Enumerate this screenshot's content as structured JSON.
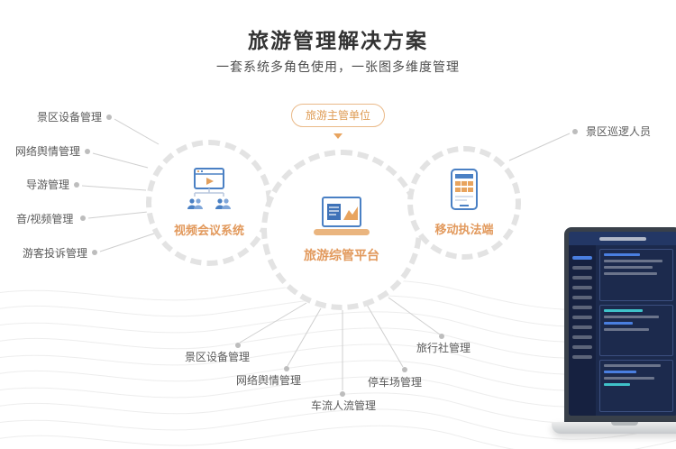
{
  "header": {
    "title": "旅游管理解决方案",
    "subtitle": "一套系统多角色使用，一张图多维度管理"
  },
  "hub": {
    "badge": "旅游主管单位"
  },
  "nodes": {
    "video_conference": {
      "label": "视频会议系统",
      "icon": "video-conference-icon"
    },
    "platform": {
      "label": "旅游综管平台",
      "icon": "laptop-dashboard-icon"
    },
    "mobile": {
      "label": "移动执法端",
      "icon": "mobile-enforcement-icon"
    }
  },
  "left_labels": [
    "景区设备管理",
    "网络舆情管理",
    "导游管理",
    "音/视频管理",
    "游客投诉管理"
  ],
  "right_labels": [
    "景区巡逻人员"
  ],
  "bottom_labels": [
    "景区设备管理",
    "网络舆情管理",
    "车流人流管理",
    "停车场管理",
    "旅行社管理"
  ],
  "colors": {
    "accent_orange": "#e2995c",
    "icon_blue": "#4a80c4",
    "ring_gray": "#e3e3e3",
    "text_primary": "#333333",
    "text_secondary": "#5a5a5a",
    "dashboard_navy": "#1c2a4d"
  }
}
